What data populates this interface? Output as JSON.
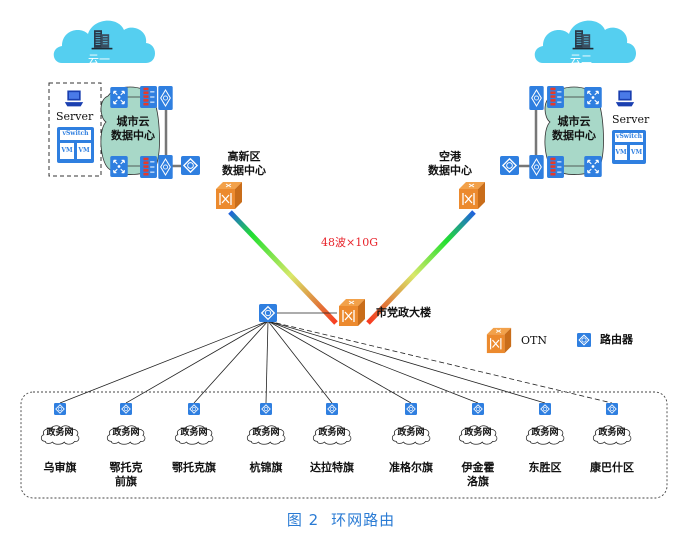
{
  "clouds": {
    "left": {
      "label": "云一"
    },
    "right": {
      "label": "云二"
    }
  },
  "datacenter_cloud": {
    "label_line1": "城市云",
    "label_line2": "数据中心"
  },
  "server": {
    "label": "Server",
    "vswitch": "vSwitch",
    "vm": "VM"
  },
  "otn_nodes": {
    "gaoxin": {
      "line1": "高新区",
      "line2": "数据中心"
    },
    "konggang": {
      "line1": "空港",
      "line2": "数据中心"
    },
    "shidang": {
      "line1": "市党政大楼"
    }
  },
  "ring_label": "48波×10G",
  "legend": {
    "otn": "OTN",
    "router": "路由器"
  },
  "gov_net_label": "政务网",
  "branches": [
    {
      "name": "乌审旗",
      "line2": "",
      "link": "solid"
    },
    {
      "name": "鄂托克",
      "line2": "前旗",
      "link": "solid"
    },
    {
      "name": "鄂托克旗",
      "line2": "",
      "link": "solid"
    },
    {
      "name": "杭锦旗",
      "line2": "",
      "link": "solid"
    },
    {
      "name": "达拉特旗",
      "line2": "",
      "link": "solid"
    },
    {
      "name": "准格尔旗",
      "line2": "",
      "link": "solid"
    },
    {
      "name": "伊金霍",
      "line2": "洛旗",
      "link": "solid"
    },
    {
      "name": "东胜区",
      "line2": "",
      "link": "solid"
    },
    {
      "name": "康巴什区",
      "line2": "",
      "link": "dashed"
    }
  ],
  "caption": {
    "fig": "图 2",
    "title": "环网路由"
  },
  "colors": {
    "router_blue": "#2f7fe0",
    "otn_orange": "#e98a2b",
    "cloud_blue": "#55cff0",
    "dc_cloud_green": "#a8d8c8",
    "caption_blue": "#2a7bd4",
    "ring_label_red": "#e8232b"
  }
}
